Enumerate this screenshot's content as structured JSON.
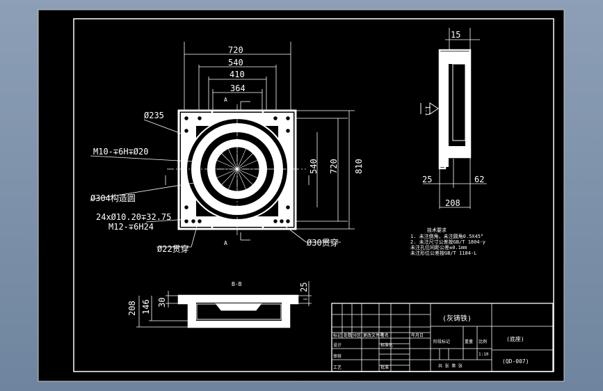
{
  "colors": {
    "background": "#7f93ab",
    "sheet": "#000000",
    "line": "#ffffff"
  },
  "top_view": {
    "dimensions": [
      "720",
      "540",
      "410",
      "364",
      "540",
      "720",
      "810"
    ],
    "section_marker": "A",
    "callouts": {
      "d235": "Ø235",
      "m10": "M10-∓6H∓Ø20",
      "d304": "Ø304构造圆",
      "holes1": "24xØ10.20∓32.75",
      "holes2": "M12-∓6H24",
      "d22": "Ø22贯穿",
      "d30": "Ø30贯穿"
    }
  },
  "side_view": {
    "dims": [
      "15",
      "25",
      "62",
      "208"
    ],
    "label": "1.1"
  },
  "section_view": {
    "title": "B-B",
    "dims": [
      "208",
      "146",
      "30",
      "25"
    ]
  },
  "notes": {
    "title": "技术要求",
    "lines": [
      "1. 未注倒角，未注圆角0.5X45°",
      "2. 未注尺寸公差按GB/T 1804-y",
      "   未注孔位间距公差±0.1mm",
      "   未注形位公差按GB/T 1184-L"
    ]
  },
  "title_block": {
    "material": "(灰铸铁)",
    "part_name": "(底座)",
    "drawing_no": "(QD-007)",
    "cells": [
      "标记",
      "处数",
      "分区",
      "更改文件号",
      "签名",
      "年月日",
      "设计",
      "标准化",
      "阶段标记",
      "重量",
      "比例",
      "审核",
      "工艺",
      "批准",
      "1:10",
      "共 张 第 张"
    ]
  }
}
